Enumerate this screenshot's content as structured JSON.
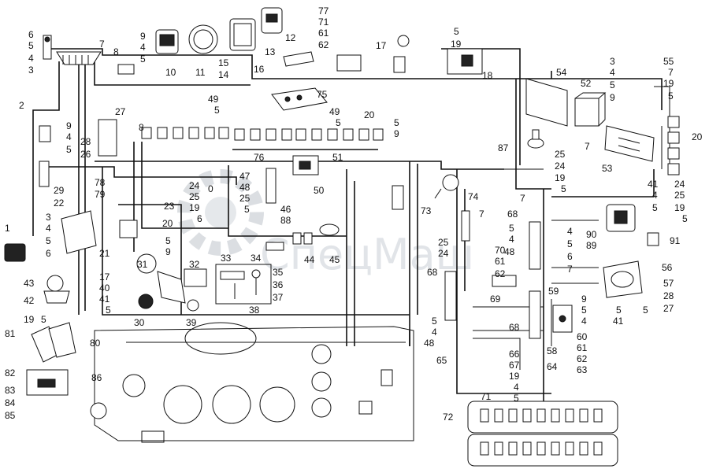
{
  "watermark": {
    "text": "СпецМаш"
  },
  "callouts": {
    "n1": "1",
    "n2": "2",
    "n3": "3",
    "n4": "4",
    "n5": "5",
    "n6": "6",
    "n7": "7",
    "n8": "8",
    "n9": "9",
    "n10": "10",
    "n11": "11",
    "n12": "12",
    "n13": "13",
    "n14": "14",
    "n15": "15",
    "n16": "16",
    "n17": "17",
    "n18": "18",
    "n19": "19",
    "n20": "20",
    "n21": "21",
    "n22": "22",
    "n23": "23",
    "n24": "24",
    "n25": "25",
    "n26": "26",
    "n27": "27",
    "n28": "28",
    "n29": "29",
    "n30": "30",
    "n31": "31",
    "n32": "32",
    "n33": "33",
    "n34": "34",
    "n35": "35",
    "n36": "36",
    "n37": "37",
    "n38": "38",
    "n39": "39",
    "n40": "40",
    "n41": "41",
    "n42": "42",
    "n43": "43",
    "n44": "44",
    "n45": "45",
    "n46": "46",
    "n47": "47",
    "n48": "48",
    "n49": "49",
    "n50": "50",
    "n51": "51",
    "n52": "52",
    "n53": "53",
    "n54": "54",
    "n55": "55",
    "n56": "56",
    "n57": "57",
    "n58": "58",
    "n59": "59",
    "n60": "60",
    "n61": "61",
    "n62": "62",
    "n63": "63",
    "n64": "64",
    "n65": "65",
    "n66": "66",
    "n67": "67",
    "n68": "68",
    "n69": "69",
    "n70": "70",
    "n71": "71",
    "n72": "72",
    "n73": "73",
    "n74": "74",
    "n75": "75",
    "n76": "76",
    "n77": "77",
    "n78": "78",
    "n79": "79",
    "n80": "80",
    "n81": "81",
    "n82": "82",
    "n83": "83",
    "n84": "84",
    "n85": "85",
    "n86": "86",
    "n87": "87",
    "n88": "88",
    "n89": "89",
    "n90": "90",
    "n91": "91",
    "n0": "0"
  }
}
